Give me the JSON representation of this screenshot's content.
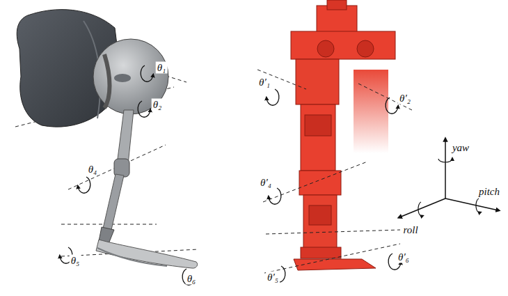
{
  "diagram": {
    "labels": [
      "θ₁",
      "θ₂",
      "θ₄",
      "θ₅",
      "θ₆",
      "θ′₁",
      "θ′₂",
      "θ′₄",
      "θ′₅",
      "θ′₆",
      "yaw",
      "pitch",
      "roll"
    ]
  }
}
